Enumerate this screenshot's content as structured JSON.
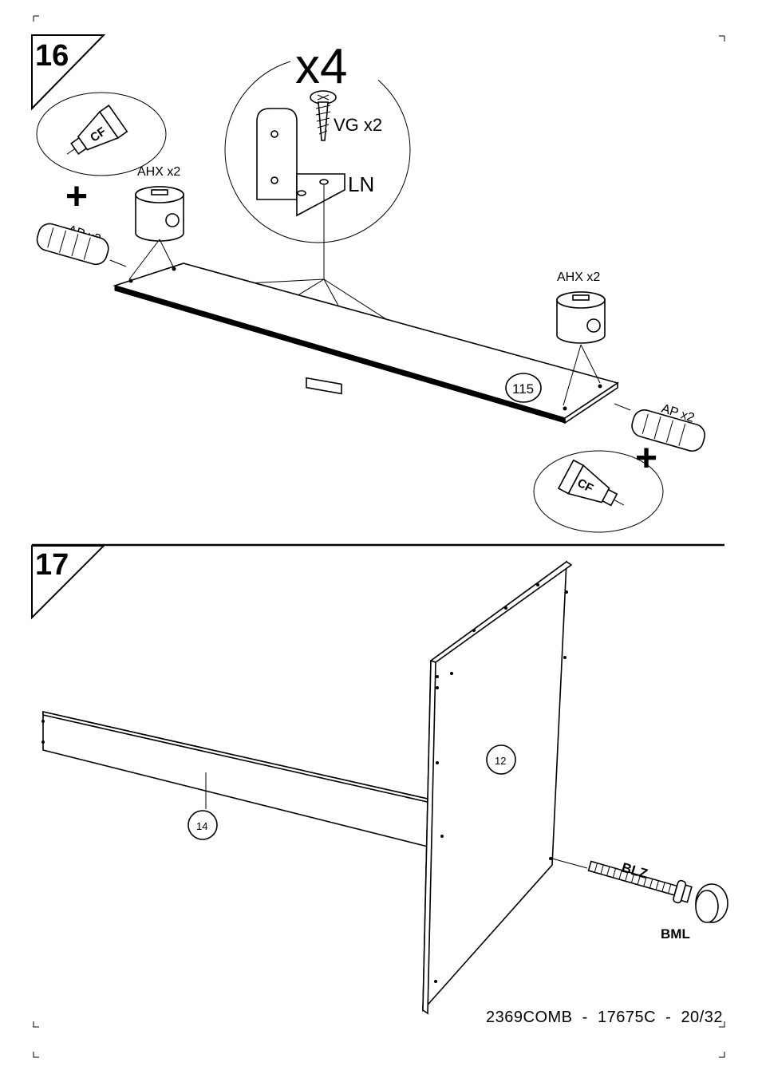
{
  "step16": {
    "number": "16",
    "multiplier": "x4",
    "glue_label": "CF",
    "plus": "+",
    "screw_label": "VG  x2",
    "bracket_label": "LN",
    "cam_label_left": "AHX x2",
    "cam_label_right": "AHX x2",
    "dowel_label_left": "AP x2",
    "dowel_label_right": "AP x2",
    "panel_number": "115"
  },
  "step17": {
    "number": "17",
    "rail_number": "14",
    "side_panel_number": "12",
    "bolt_label": "BLZ",
    "knob_label": "BML"
  },
  "footer": {
    "code": "2369COMB",
    "ref": "17675C",
    "page": "20/32",
    "sep": "-"
  }
}
